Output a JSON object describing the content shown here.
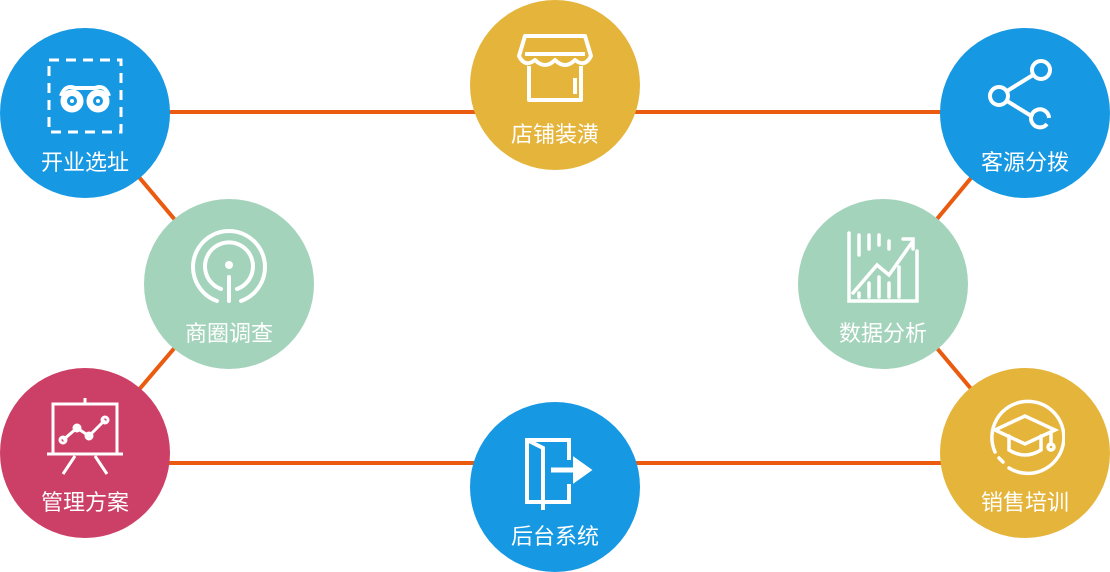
{
  "colors": {
    "blue": "#1798e2",
    "yellow": "#e5b43b",
    "green": "#a4d3bc",
    "pink": "#cc3f66",
    "line": "#ea5a0f"
  },
  "nodes": [
    {
      "label": "开业选址",
      "icon": "binoculars-icon",
      "color": "blue"
    },
    {
      "label": "店铺装潢",
      "icon": "storefront-icon",
      "color": "yellow"
    },
    {
      "label": "客源分拨",
      "icon": "share-icon",
      "color": "blue"
    },
    {
      "label": "商圈调查",
      "icon": "location-signal-icon",
      "color": "green"
    },
    {
      "label": "数据分析",
      "icon": "growth-chart-icon",
      "color": "green"
    },
    {
      "label": "管理方案",
      "icon": "presentation-board-icon",
      "color": "pink"
    },
    {
      "label": "后台系统",
      "icon": "exit-door-icon",
      "color": "blue"
    },
    {
      "label": "销售培训",
      "icon": "graduation-cap-icon",
      "color": "yellow"
    }
  ],
  "links": [
    [
      0,
      1
    ],
    [
      1,
      2
    ],
    [
      0,
      3
    ],
    [
      3,
      5
    ],
    [
      2,
      4
    ],
    [
      4,
      7
    ],
    [
      5,
      6
    ],
    [
      6,
      7
    ]
  ]
}
